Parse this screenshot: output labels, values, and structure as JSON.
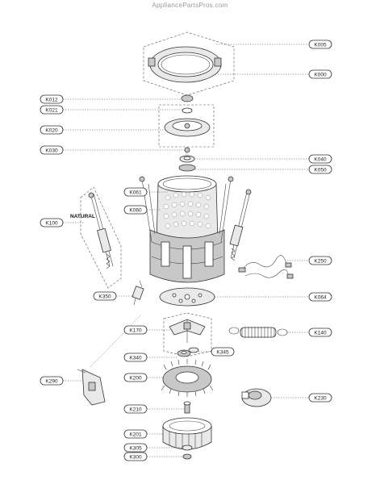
{
  "header": {
    "site": "AppliancePartsPros.com"
  },
  "diagram": {
    "callouts": [
      {
        "id": "k005",
        "label": "K005"
      },
      {
        "id": "k000",
        "label": "K000"
      },
      {
        "id": "k012",
        "label": "K012"
      },
      {
        "id": "k021",
        "label": "K021"
      },
      {
        "id": "k020",
        "label": "K020"
      },
      {
        "id": "k030",
        "label": "K030"
      },
      {
        "id": "k040",
        "label": "K040"
      },
      {
        "id": "k050",
        "label": "K050"
      },
      {
        "id": "k061",
        "label": "K061"
      },
      {
        "id": "k060",
        "label": "K060"
      },
      {
        "id": "k100",
        "label": "K100"
      },
      {
        "id": "k250",
        "label": "K250"
      },
      {
        "id": "k350",
        "label": "K350"
      },
      {
        "id": "k064",
        "label": "K064"
      },
      {
        "id": "k170",
        "label": "K170"
      },
      {
        "id": "k140",
        "label": "K140"
      },
      {
        "id": "k340",
        "label": "K340"
      },
      {
        "id": "k345",
        "label": "K345"
      },
      {
        "id": "k290",
        "label": "K290"
      },
      {
        "id": "k200",
        "label": "K200"
      },
      {
        "id": "k230",
        "label": "K230"
      },
      {
        "id": "k210",
        "label": "K210"
      },
      {
        "id": "k201",
        "label": "K201"
      },
      {
        "id": "k305",
        "label": "K305"
      },
      {
        "id": "k300",
        "label": "K300"
      }
    ],
    "natural_label": "NATURAL"
  }
}
